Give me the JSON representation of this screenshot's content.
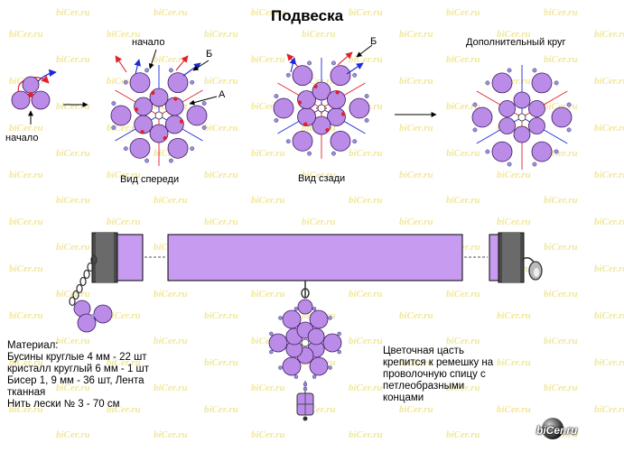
{
  "title": "Подвеска",
  "watermark_text": "biCer.ru",
  "labels": {
    "nachalo_left": "начало",
    "nachalo_top": "начало",
    "b_front": "Б",
    "a_front": "А",
    "b_back": "Б",
    "view_front": "Вид спереди",
    "view_back": "Вид сзади",
    "extra_circle": "Дополнительный круг"
  },
  "materials": {
    "heading": "Материал:",
    "lines": [
      "Бусины круглые 4 мм - 22 шт",
      "кристалл круглый 6 мм - 1 шт",
      "Бисер 1, 9 мм - 36 шт, Лента",
      "тканная",
      " Нить лески № 3 - 70 см"
    ]
  },
  "note": {
    "lines": [
      "Цветочная цасть",
      "крепится к ремешку на",
      "проволочную спицу с",
      "петлеобразными",
      "концами"
    ]
  },
  "logo_text": "biCer.ru",
  "colors": {
    "bead_fill": "#bb8be8",
    "bead_stroke": "#3a1a5a",
    "small_bead": "#9a8fd8",
    "red_thread": "#e2202a",
    "blue_thread": "#1a2ad8",
    "ribbon": "#c79cf0",
    "clasp": "#4a4a4a",
    "watermark": "#f1e79a"
  }
}
